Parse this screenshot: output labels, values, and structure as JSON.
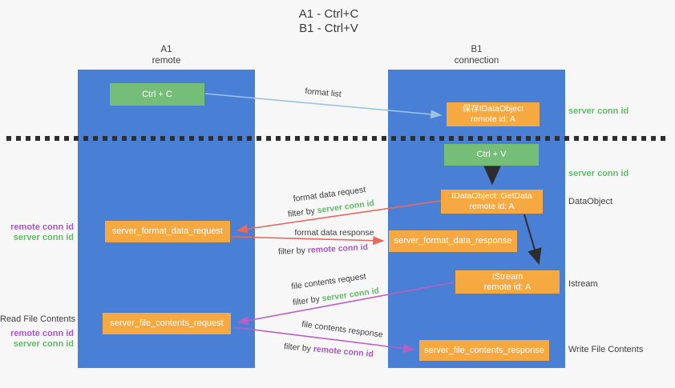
{
  "title": {
    "line1": "A1 - Ctrl+C",
    "line2": "B1 - Ctrl+V"
  },
  "columns": {
    "a": {
      "name": "A1",
      "subtitle": "remote"
    },
    "b": {
      "name": "B1",
      "subtitle": "connection"
    }
  },
  "nodes": {
    "ctrl_c": {
      "label": "Ctrl + C"
    },
    "save_idataobject": {
      "line1": "保存IDataObject",
      "line2": "remote id: A"
    },
    "ctrl_v": {
      "label": "Ctrl + V"
    },
    "getdata": {
      "line1": "IDataObject::GetData",
      "line2": "remote id: A"
    },
    "server_format_data_request": {
      "label": "server_format_data_request"
    },
    "server_format_data_response": {
      "label": "server_format_data_response"
    },
    "istream": {
      "line1": "IStream",
      "line2": "remote id: A"
    },
    "server_file_contents_request": {
      "label": "server_file_contents_request"
    },
    "server_file_contents_response": {
      "label": "server_file_contents_response"
    }
  },
  "arrows": {
    "format_list": {
      "label": "format list"
    },
    "format_data_request": {
      "label": "format data request",
      "filter_prefix": "filter by",
      "filter_key": "server conn id"
    },
    "format_data_response": {
      "label": "format data response",
      "filter_prefix": "filter by",
      "filter_key": "remote conn id"
    },
    "file_contents_request": {
      "label": "file contents request",
      "filter_prefix": "filter by",
      "filter_key": "server conn id"
    },
    "file_contents_response": {
      "label": "file contents response",
      "filter_prefix": "filter by",
      "filter_key": "remote conn id"
    }
  },
  "annotations": {
    "left": {
      "remote_conn_id_1": "remote conn id",
      "server_conn_id_1": "server conn id",
      "read_file_contents": "Read File Contents",
      "remote_conn_id_2": "remote conn id",
      "server_conn_id_2": "server conn id"
    },
    "right": {
      "server_conn_id_1": "server conn id",
      "server_conn_id_2": "server conn id",
      "dataobject": "DataObject",
      "istream": "Istream",
      "write_file_contents": "Write File Contents"
    }
  },
  "colors": {
    "background": "#f7f7f7",
    "column_blue": "#4a7fd6",
    "box_orange": "#f7a941",
    "box_green": "#74be78",
    "arrow_light_blue": "#9cc3e5",
    "arrow_red": "#e8695e",
    "arrow_purple": "#ba5fc5",
    "arrow_black": "#2d2d2d",
    "text_green": "#62ba68",
    "text_purple": "#a757c0",
    "text_dark": "#3d3d3d"
  }
}
